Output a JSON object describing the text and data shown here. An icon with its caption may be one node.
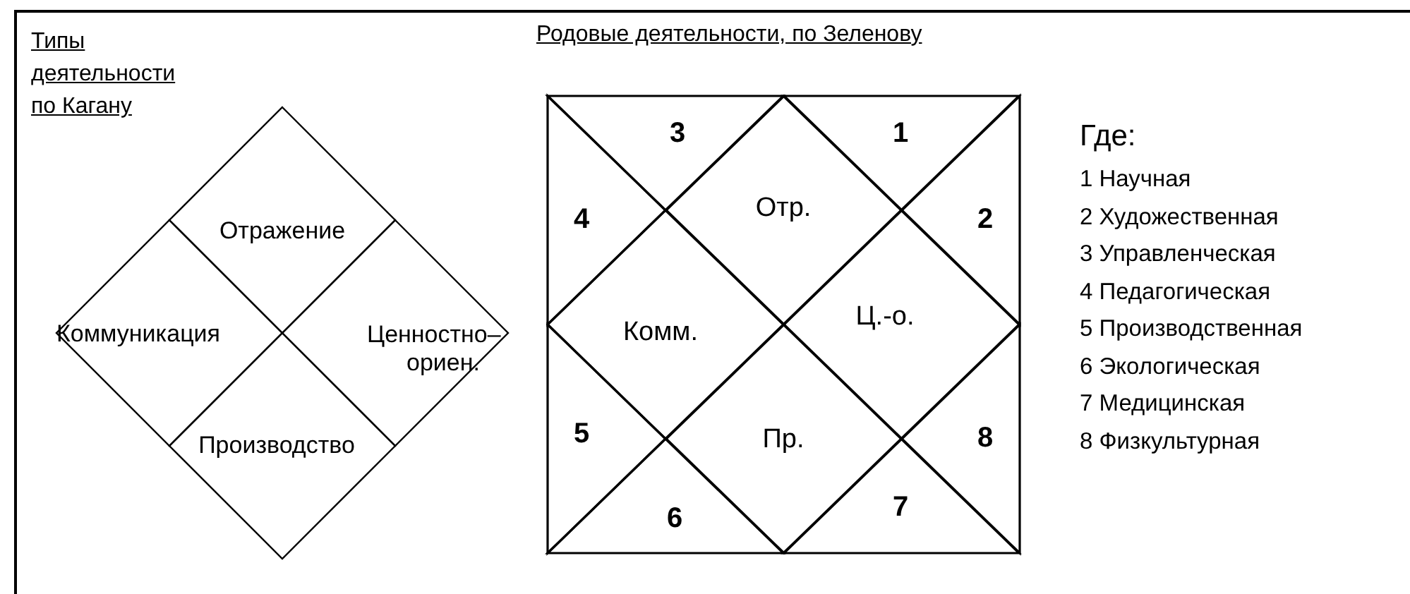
{
  "diagram": {
    "nodes": [
      {
        "text": [
          "Отражение"
        ]
      },
      {
        "text": [
          "Коммуникация"
        ]
      },
      {
        "text": [
          "Ценностно– ориен."
        ]
      },
      {
        "text": [
          "Производство"
        ]
      },
      {
        "text": [
          "Отр."
        ]
      },
      {
        "text": [
          "Комм."
        ]
      },
      {
        "text": [
          "Ц.-о."
        ]
      },
      {
        "text": [
          "Пр."
        ]
      },
      {
        "text": [
          "3"
        ]
      },
      {
        "text": [
          "1"
        ]
      },
      {
        "text": [
          "4"
        ]
      },
      {
        "text": [
          "2"
        ]
      },
      {
        "text": [
          "5"
        ]
      },
      {
        "text": [
          "8"
        ]
      },
      {
        "text": [
          "6"
        ]
      },
      {
        "text": [
          "7"
        ]
      }
    ],
    "edges": [],
    "labels": [
      "Типы деятельности по Кагану",
      "Родовые деятельности, по Зеленову",
      "Где:",
      "1 Научная",
      "2 Художественная",
      "3 Управленческая",
      "4 Педагогическая",
      "5 Производственная",
      "6 Экологическая",
      "7 Медицинская",
      "8 Физкультурная"
    ]
  }
}
